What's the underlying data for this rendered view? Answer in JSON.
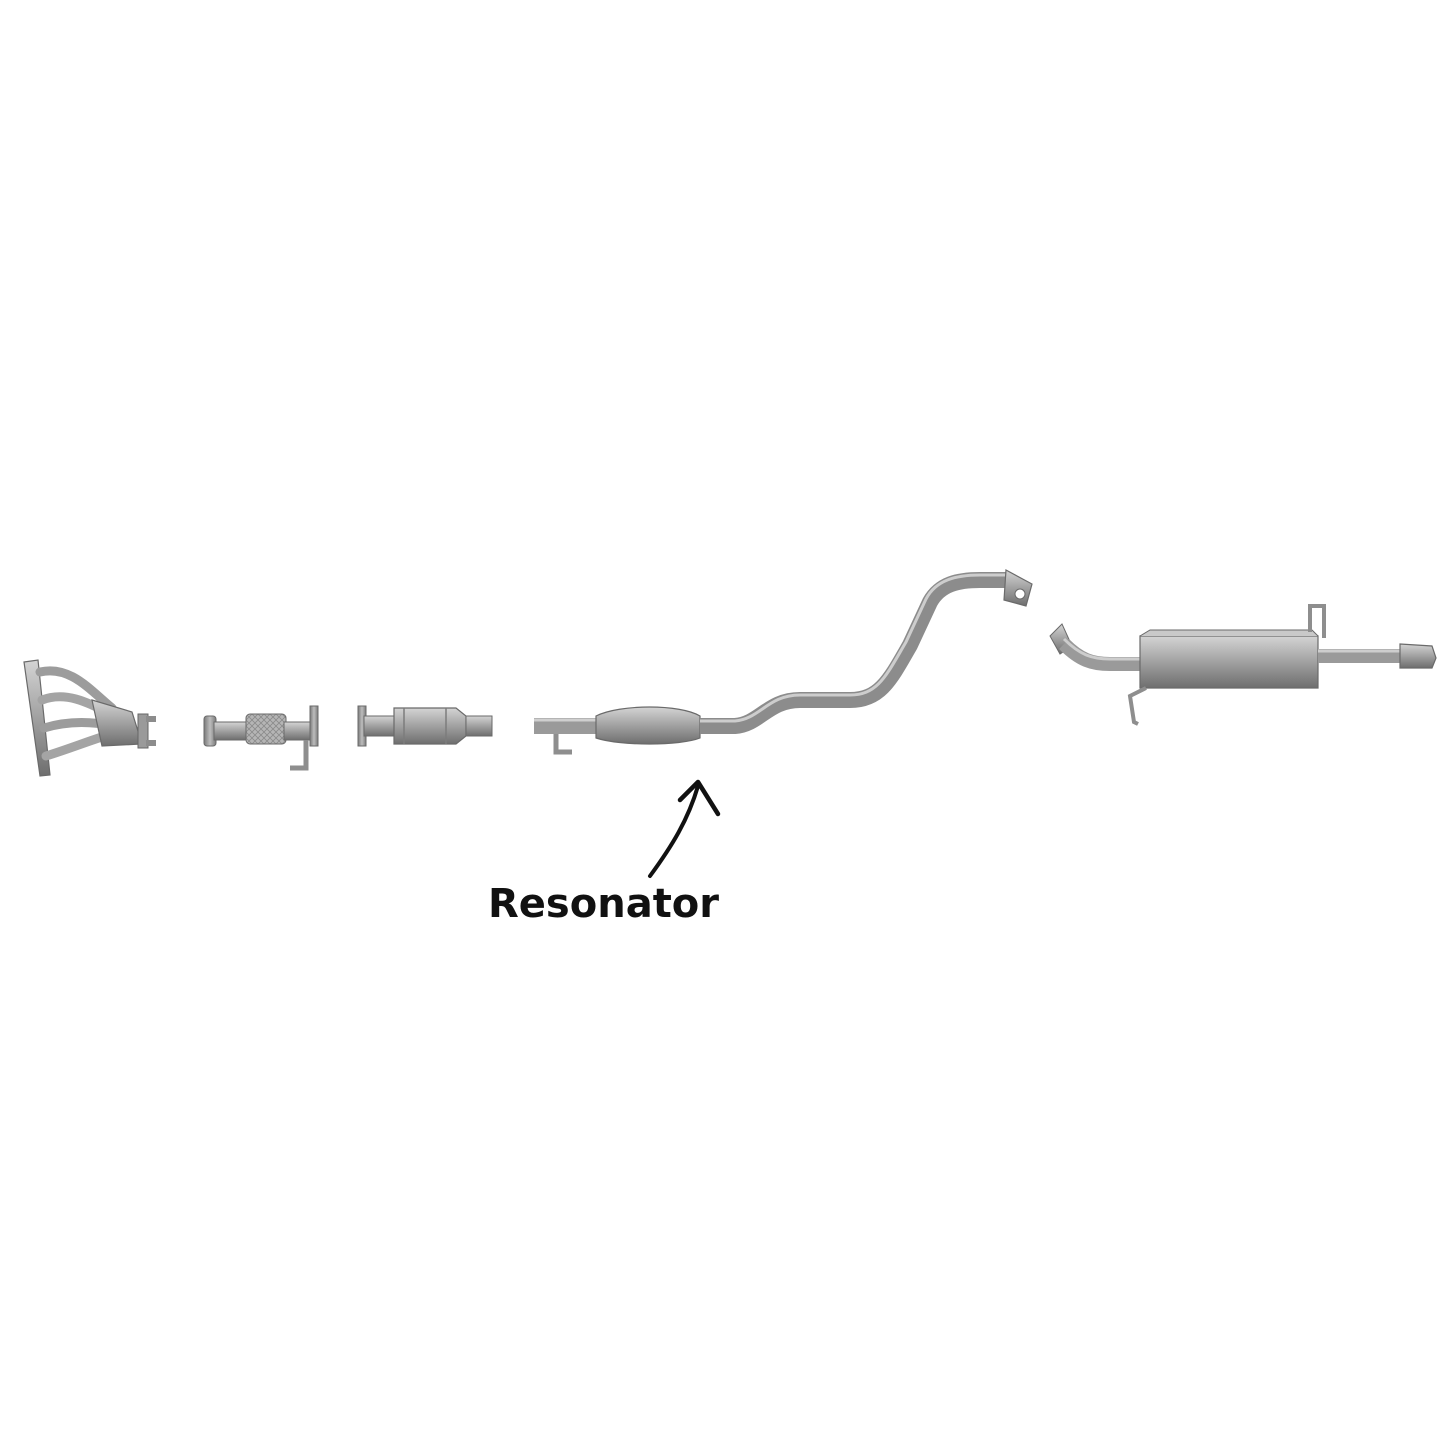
{
  "diagram": {
    "callout": {
      "label": "Resonator",
      "color": "#111111"
    },
    "parts": [
      {
        "id": "exhaust-manifold",
        "kind": "manifold-with-catalytic-converter"
      },
      {
        "id": "flex-pipe",
        "kind": "flex-pipe-with-bracket"
      },
      {
        "id": "catalytic-converter",
        "kind": "catalytic-converter"
      },
      {
        "id": "resonator-pipe",
        "kind": "resonator-and-intermediate-pipe"
      },
      {
        "id": "rear-muffler",
        "kind": "muffler-with-tailpipe"
      }
    ],
    "colors": {
      "metal": "#9a9a9a",
      "metal_dark": "#6f6f6f",
      "metal_light": "#c8c8c8",
      "background": "#ffffff"
    }
  }
}
